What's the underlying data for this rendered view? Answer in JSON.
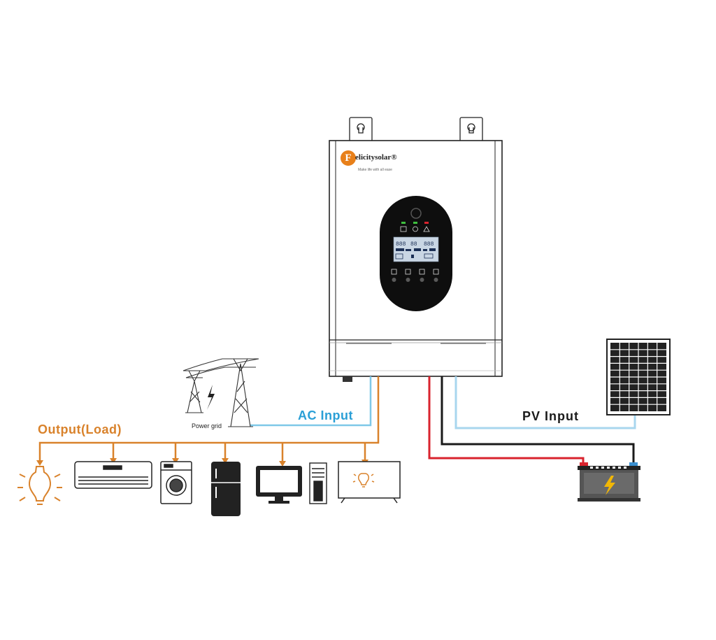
{
  "labels": {
    "output_load": "Output(Load)",
    "ac_input": "AC Input",
    "pv_input": "PV Input",
    "power_grid": "Power grid"
  },
  "brand": {
    "logo_letter": "F",
    "name": "elicitysolar®",
    "tagline": "Make life with all ease"
  },
  "lcd": {
    "readout_left": "888",
    "readout_mid": "88",
    "readout_right": "888"
  },
  "colors": {
    "output_line": "#d9822b",
    "ac_line": "#7ec8e8",
    "pv_line": "#a8d6ee",
    "battery_positive": "#d9232e",
    "battery_negative": "#1a1a1a",
    "brand_accent": "#e8801a",
    "battery_bolt": "#f2b705",
    "label_dark": "#1a1a1a"
  },
  "icons": [
    "light-bulb-icon",
    "air-conditioner-icon",
    "washing-machine-icon",
    "refrigerator-icon",
    "monitor-icon",
    "pc-tower-icon",
    "tv-icon",
    "power-tower-icon",
    "lightning-icon",
    "solar-panel-icon",
    "battery-icon"
  ]
}
